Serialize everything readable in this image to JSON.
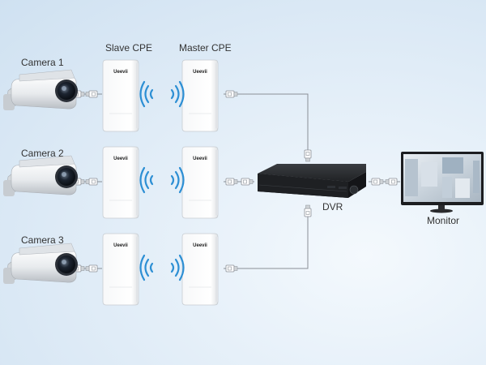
{
  "labels": {
    "slave_cpe": "Slave CPE",
    "master_cpe": "Master CPE",
    "dvr": "DVR",
    "monitor": "Monitor"
  },
  "cameras": [
    {
      "label": "Camera 1"
    },
    {
      "label": "Camera 2"
    },
    {
      "label": "Camera 3"
    }
  ],
  "brand": "Ueevii",
  "colors": {
    "wifi_waves": "#2d8fd4",
    "cable": "#8a8f96",
    "background": "#dbe9f5",
    "dvr_body": "#1d1f22"
  },
  "icons": [
    "camera-icon",
    "cpe-device-icon",
    "wifi-signal-icon",
    "rj45-connector-icon",
    "dvr-icon",
    "monitor-icon"
  ]
}
